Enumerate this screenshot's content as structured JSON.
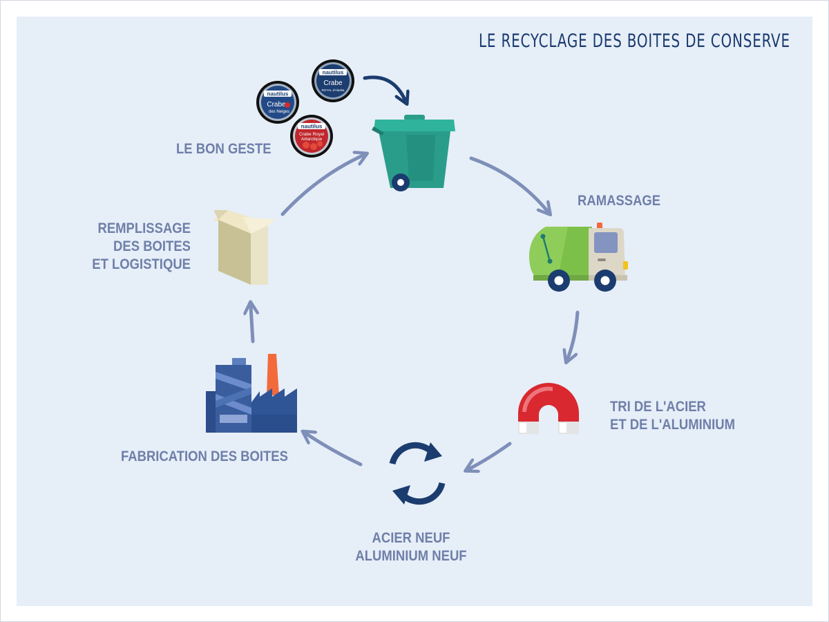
{
  "title": "LE RECYCLAGE DES BOITES DE CONSERVE",
  "steps": [
    {
      "id": "bon-geste",
      "lines": [
        "LE BON GESTE"
      ],
      "icon": "trash-bin-icon"
    },
    {
      "id": "ramassage",
      "lines": [
        "RAMASSAGE"
      ],
      "icon": "garbage-truck-icon"
    },
    {
      "id": "tri",
      "lines": [
        "TRI DE L'ACIER",
        "ET DE L'ALUMINIUM"
      ],
      "icon": "magnet-icon"
    },
    {
      "id": "neuf",
      "lines": [
        "ACIER NEUF",
        "ALUMINIUM NEUF"
      ],
      "icon": "recycle-arrows-icon"
    },
    {
      "id": "fabrication",
      "lines": [
        "FABRICATION DES BOITES"
      ],
      "icon": "factory-icon"
    },
    {
      "id": "remplissage",
      "lines": [
        "REMPLISSAGE",
        "DES BOITES",
        "ET LOGISTIQUE"
      ],
      "icon": "cardboard-box-icon"
    }
  ],
  "cans": [
    {
      "brand": "nautilus",
      "name": "Crabe",
      "sub": "ROYAL d'Alaska"
    },
    {
      "brand": "nautilus",
      "name": "Crabe",
      "sub": "des Neiges"
    },
    {
      "brand": "nautilus",
      "name": "Crabe Royal",
      "sub": "Antarctique"
    }
  ],
  "colors": {
    "background": "#e6eef8",
    "title": "#1a3a6e",
    "label": "#6f7fa8",
    "arrow": "#7e8fb8",
    "navy": "#1b3c6e",
    "bin": "#2a9d8a",
    "truck_green": "#7cc04a",
    "magnet_red": "#d9282f",
    "factory_blue": "#2f5596",
    "chimney_orange": "#f26a3b"
  }
}
